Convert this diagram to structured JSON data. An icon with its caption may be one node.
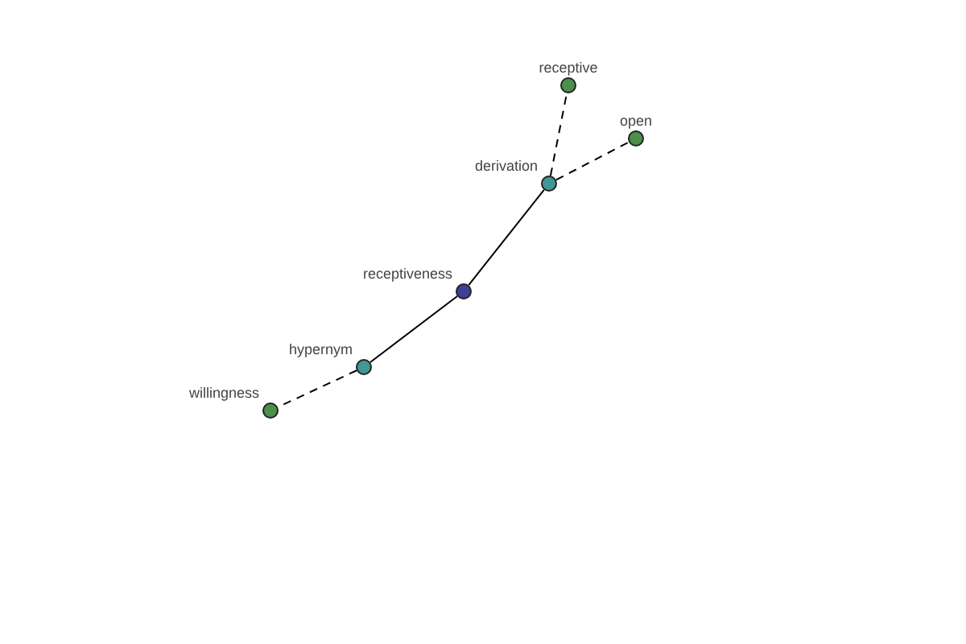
{
  "diagram": {
    "nodes": [
      {
        "text": [
          "receptive"
        ]
      },
      {
        "text": [
          "open"
        ]
      },
      {
        "text": [
          "derivation"
        ]
      },
      {
        "text": [
          "receptiveness"
        ]
      },
      {
        "text": [
          "hypernym"
        ]
      },
      {
        "text": [
          "willingness"
        ]
      }
    ],
    "edges": [
      {
        "from": 2,
        "to": 0,
        "arrow": "none",
        "style": "dashed"
      },
      {
        "from": 2,
        "to": 1,
        "arrow": "none",
        "style": "dashed"
      },
      {
        "from": 3,
        "to": 2,
        "arrow": "none"
      },
      {
        "from": 3,
        "to": 4,
        "arrow": "none"
      },
      {
        "from": 4,
        "to": 5,
        "arrow": "none",
        "style": "dashed"
      }
    ]
  }
}
